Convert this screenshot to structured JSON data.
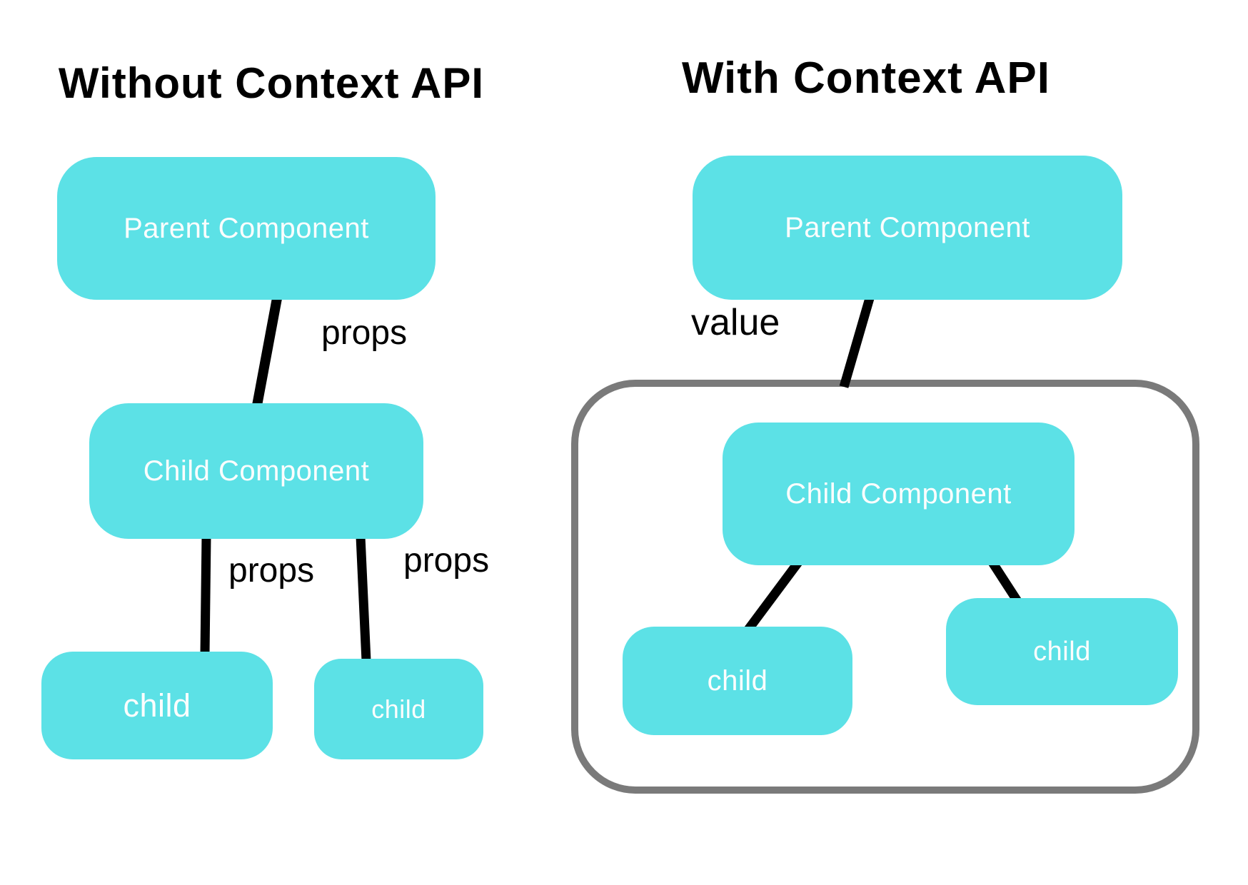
{
  "left": {
    "title": "Without Context API",
    "nodes": {
      "parent": "Parent Component",
      "child_component": "Child Component",
      "leaf_a": "child",
      "leaf_b": "child"
    },
    "edge_labels": {
      "parent_to_child": "props",
      "child_to_leaf_a": "props",
      "child_to_leaf_b": "props"
    }
  },
  "right": {
    "title": "With Context API",
    "nodes": {
      "parent": "Parent Component",
      "child_component": "Child Component",
      "leaf_a": "child",
      "leaf_b": "child"
    },
    "edge_labels": {
      "parent_to_container": "value"
    }
  },
  "colors": {
    "node_fill": "#5CE1E6",
    "node_text": "#fdfdfd",
    "edge": "#000000",
    "container_border": "#7a7a7a",
    "title_text": "#000000",
    "background": "#ffffff"
  }
}
